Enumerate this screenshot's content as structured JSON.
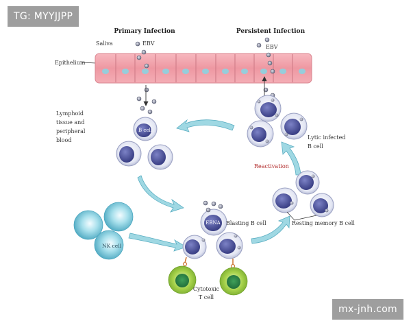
{
  "diagram": {
    "headings": {
      "primary": "Primary Infection",
      "persistent": "Persistent Infection"
    },
    "labels": {
      "saliva": "Saliva",
      "ebv_left": "EBV",
      "ebv_right": "EBV",
      "epithelium": "Epithelium",
      "lymphoid_line1": "Lymphoid",
      "lymphoid_line2": "tissue and",
      "lymphoid_line3": "peripheral",
      "lymphoid_line4": "blood",
      "b_cell": "B cell",
      "lytic_line1": "Lytic infected",
      "lytic_line2": "B cell",
      "reactivation": "Reactivation",
      "ebna": "EBNA",
      "blasting": "Blasting B cell",
      "resting": "Resting memory B cell",
      "nk_cell": "NK cell",
      "cytotoxic_line1": "Cytotoxic",
      "cytotoxic_line2": "T cell"
    },
    "colors": {
      "epithelium": "#f2a0a8",
      "nucleus": "#4a4fa0",
      "cell_membrane": "#d8dcee",
      "nk_cell": "#7cc6d8",
      "t_cell": "#9ccc3c",
      "arrow": "#8fd0dc",
      "reactivation_text": "#b02828"
    }
  },
  "watermarks": {
    "top_left": "TG: MYYJJPP",
    "bottom_right": "mx-jnh.com"
  }
}
